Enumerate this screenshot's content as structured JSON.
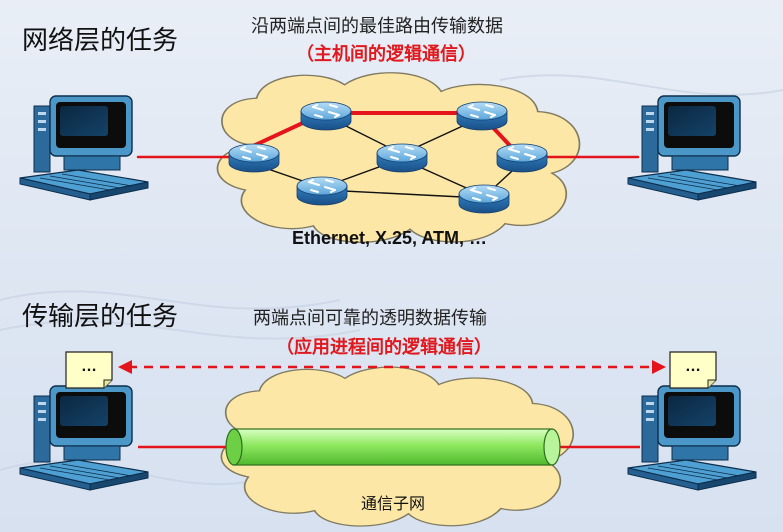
{
  "network_layer": {
    "title": "网络层的任务",
    "description": "沿两端点间的最佳路由传输数据",
    "subtitle": "（主机间的逻辑通信）",
    "protocols": "Ethernet, X.25, ATM, …"
  },
  "transport_layer": {
    "title": "传输层的任务",
    "description": "两端点间可靠的透明数据传输",
    "subtitle": "（应用进程间的逻辑通信）",
    "subnet_label": "通信子网",
    "app_note_left": "…",
    "app_note_right": "…"
  },
  "colors": {
    "link_red": "#e3141b",
    "cloud_fill": "#fde7a6",
    "pipe_green": "#a5f07a",
    "note_fill": "#ffffc8"
  }
}
